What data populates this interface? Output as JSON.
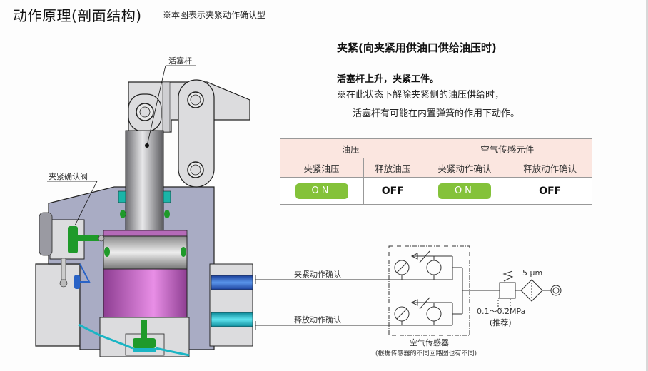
{
  "header": {
    "title": "动作原理(剖面结构)",
    "note": "※本图表示夹紧动作确认型"
  },
  "state": {
    "title": "夹紧(向夹紧用供油口供给油压时)",
    "description_main": "活塞杆上升，夹紧工件。",
    "description_note_line1": "※在此状态下解除夹紧侧的油压供给时，",
    "description_note_line2": "活塞杆有可能在内置弹簧的作用下动作。"
  },
  "status_table": {
    "groups": [
      "油压",
      "空气传感元件"
    ],
    "columns": [
      "夹紧油压",
      "释放油压",
      "夹紧动作确认",
      "释放动作确认"
    ],
    "values": [
      "ON",
      "OFF",
      "ON",
      "OFF"
    ]
  },
  "cross_section": {
    "labels": {
      "piston_rod": "活塞杆",
      "clamp_confirm_valve": "夹紧确认阀"
    }
  },
  "circuit": {
    "line_clamp": "夹紧动作确认",
    "line_release": "释放动作确认",
    "sensor_label": "空气传感器",
    "sensor_note": "(根据传感器的不同回路图也有不同)",
    "regulator_pressure": "0.1～0.2MPa",
    "regulator_note": "(推荐)",
    "filter_rating": "5 μm"
  },
  "colors": {
    "on_badge": "#84c23a",
    "table_header": "#fbe6e0",
    "piston": "#b060b8",
    "body": "#a9acc4",
    "seal_green": "#1f9a2a",
    "port_blue": "#2a63c6",
    "port_teal": "#1ab5c4"
  }
}
